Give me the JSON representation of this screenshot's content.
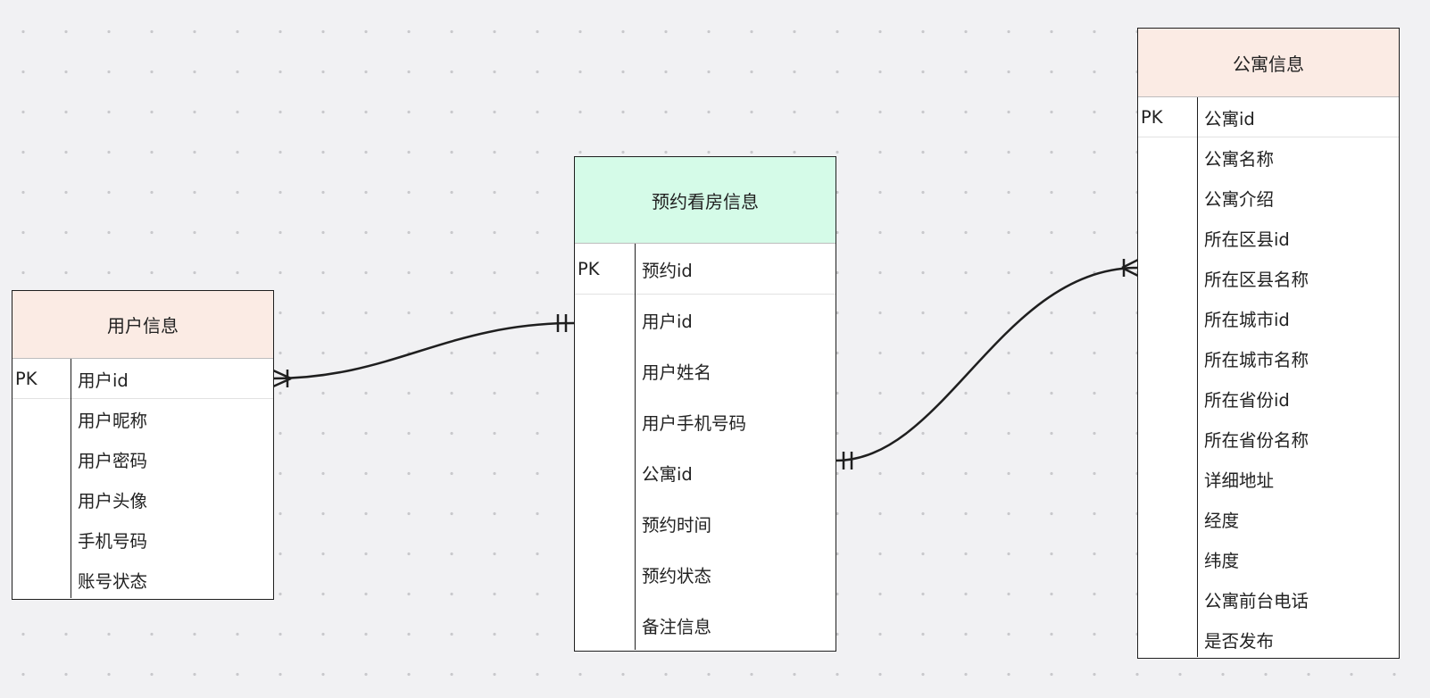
{
  "colors": {
    "user_header": "#fbebe4",
    "appointment_header": "#d5fbe8",
    "apartment_header": "#fbebe4",
    "line": "#1f1f1f"
  },
  "entities": {
    "user": {
      "title": "用户信息",
      "pk_label": "PK",
      "fields": [
        "用户id",
        "用户昵称",
        "用户密码",
        "用户头像",
        "手机号码",
        "账号状态"
      ]
    },
    "appointment": {
      "title": "预约看房信息",
      "pk_label": "PK",
      "fields": [
        "预约id",
        "用户id",
        "用户姓名",
        "用户手机号码",
        "公寓id",
        "预约时间",
        "预约状态",
        "备注信息"
      ]
    },
    "apartment": {
      "title": "公寓信息",
      "pk_label": "PK",
      "fields": [
        "公寓id",
        "公寓名称",
        "公寓介绍",
        "所在区县id",
        "所在区县名称",
        "所在城市id",
        "所在城市名称",
        "所在省份id",
        "所在省份名称",
        "详细地址",
        "经度",
        "纬度",
        "公寓前台电话",
        "是否发布"
      ]
    }
  },
  "relationships": [
    {
      "from": "user",
      "from_cardinality": "one-or-many",
      "to": "appointment",
      "to_cardinality": "one-and-only-one"
    },
    {
      "from": "appointment",
      "from_cardinality": "one-and-only-one",
      "to": "apartment",
      "to_cardinality": "one-or-many"
    }
  ]
}
